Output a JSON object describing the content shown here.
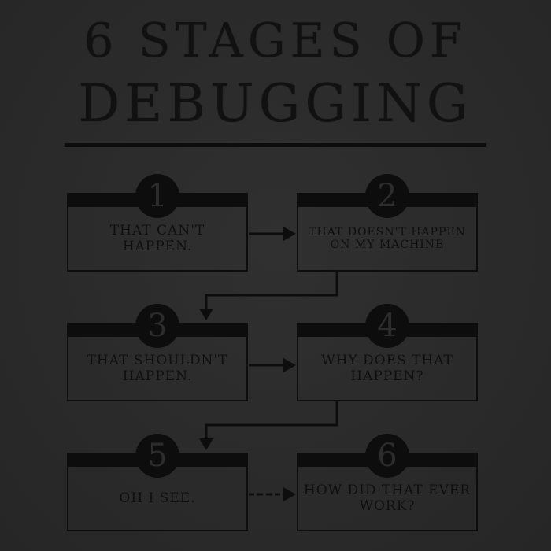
{
  "title": {
    "line1": "6 STAGES OF",
    "line2": "DEBUGGING"
  },
  "stages": [
    {
      "number": "1",
      "text": "THAT CAN'T HAPPEN."
    },
    {
      "number": "2",
      "text": "THAT DOESN'T HAPPEN ON MY MACHINE"
    },
    {
      "number": "3",
      "text": "THAT SHOULDN'T HAPPEN."
    },
    {
      "number": "4",
      "text": "WHY DOES THAT HAPPEN?"
    },
    {
      "number": "5",
      "text": "OH I SEE."
    },
    {
      "number": "6",
      "text": "HOW DID THAT EVER WORK?"
    }
  ],
  "colors": {
    "background": "#2b2b2b",
    "ink": "#0d0d0d"
  }
}
